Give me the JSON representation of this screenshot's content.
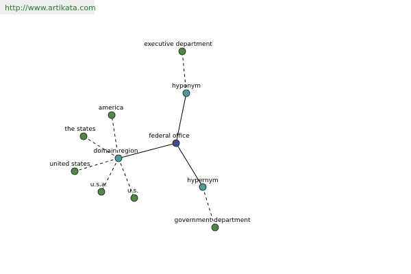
{
  "header": {
    "url": "http://www.artikata.com"
  },
  "colors": {
    "center": "#3d4f8f",
    "intermediate": "#4e9a94",
    "leaf": "#4f8a45"
  },
  "nodes": [
    {
      "id": "federal",
      "label": "federal office",
      "kind": "center"
    },
    {
      "id": "hyp_top",
      "label": "hyponym",
      "kind": "intermediate"
    },
    {
      "id": "exec",
      "label": "executive department",
      "kind": "leaf"
    },
    {
      "id": "hyp_bot",
      "label": "hypernym",
      "kind": "intermediate"
    },
    {
      "id": "gov",
      "label": "government department",
      "kind": "leaf"
    },
    {
      "id": "domain",
      "label": "domain region",
      "kind": "intermediate"
    },
    {
      "id": "america",
      "label": "america",
      "kind": "leaf"
    },
    {
      "id": "states",
      "label": "the states",
      "kind": "leaf"
    },
    {
      "id": "us",
      "label": "united states",
      "kind": "leaf"
    },
    {
      "id": "usa",
      "label": "u.s.a.",
      "kind": "leaf"
    },
    {
      "id": "u_s",
      "label": "u.s.",
      "kind": "leaf"
    }
  ],
  "edges": [
    {
      "from": "federal",
      "to": "hyp_top",
      "style": "solid"
    },
    {
      "from": "hyp_top",
      "to": "exec",
      "style": "dashed"
    },
    {
      "from": "federal",
      "to": "hyp_bot",
      "style": "solid"
    },
    {
      "from": "hyp_bot",
      "to": "gov",
      "style": "dashed"
    },
    {
      "from": "federal",
      "to": "domain",
      "style": "solid"
    },
    {
      "from": "domain",
      "to": "america",
      "style": "dashed"
    },
    {
      "from": "domain",
      "to": "states",
      "style": "dashed"
    },
    {
      "from": "domain",
      "to": "us",
      "style": "dashed"
    },
    {
      "from": "domain",
      "to": "usa",
      "style": "dashed"
    },
    {
      "from": "domain",
      "to": "u_s",
      "style": "dashed"
    }
  ]
}
